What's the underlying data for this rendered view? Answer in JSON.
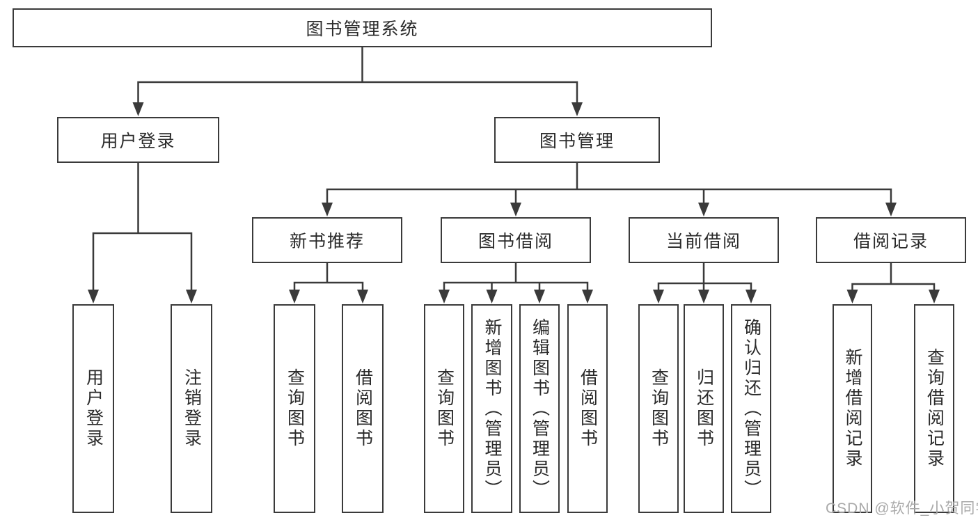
{
  "diagram": {
    "title": "图书管理系统",
    "nodes": [
      {
        "id": "root",
        "label": "图书管理系统",
        "level": 1,
        "orientation": "horizontal"
      },
      {
        "id": "user-login-group",
        "label": "用户登录",
        "level": 2,
        "orientation": "horizontal"
      },
      {
        "id": "book-mgmt",
        "label": "图书管理",
        "level": 2,
        "orientation": "horizontal"
      },
      {
        "id": "new-book-rec",
        "label": "新书推荐",
        "level": 3,
        "orientation": "horizontal"
      },
      {
        "id": "book-borrow",
        "label": "图书借阅",
        "level": 3,
        "orientation": "horizontal"
      },
      {
        "id": "current-borrow",
        "label": "当前借阅",
        "level": 3,
        "orientation": "horizontal"
      },
      {
        "id": "borrow-records",
        "label": "借阅记录",
        "level": 3,
        "orientation": "horizontal"
      },
      {
        "id": "user-login",
        "label": "用户登录",
        "level": 4,
        "orientation": "vertical"
      },
      {
        "id": "logout",
        "label": "注销登录",
        "level": 4,
        "orientation": "vertical"
      },
      {
        "id": "nb-query",
        "label": "查询图书",
        "level": 4,
        "orientation": "vertical"
      },
      {
        "id": "nb-borrow",
        "label": "借阅图书",
        "level": 4,
        "orientation": "vertical"
      },
      {
        "id": "bb-query",
        "label": "查询图书",
        "level": 4,
        "orientation": "vertical"
      },
      {
        "id": "bb-add",
        "label": "新增图书（管理员）",
        "level": 4,
        "orientation": "vertical"
      },
      {
        "id": "bb-edit",
        "label": "编辑图书（管理员）",
        "level": 4,
        "orientation": "vertical"
      },
      {
        "id": "bb-borrow",
        "label": "借阅图书",
        "level": 4,
        "orientation": "vertical"
      },
      {
        "id": "cb-query",
        "label": "查询图书",
        "level": 4,
        "orientation": "vertical"
      },
      {
        "id": "cb-return",
        "label": "归还图书",
        "level": 4,
        "orientation": "vertical"
      },
      {
        "id": "cb-confirm",
        "label": "确认归还（管理员）",
        "level": 4,
        "orientation": "vertical"
      },
      {
        "id": "br-add",
        "label": "新增借阅记录",
        "level": 4,
        "orientation": "vertical"
      },
      {
        "id": "br-query",
        "label": "查询借阅记录",
        "level": 4,
        "orientation": "vertical"
      }
    ],
    "edges": [
      {
        "from": "root",
        "to": "user-login-group"
      },
      {
        "from": "root",
        "to": "book-mgmt"
      },
      {
        "from": "user-login-group",
        "to": "user-login"
      },
      {
        "from": "user-login-group",
        "to": "logout"
      },
      {
        "from": "book-mgmt",
        "to": "new-book-rec"
      },
      {
        "from": "book-mgmt",
        "to": "book-borrow"
      },
      {
        "from": "book-mgmt",
        "to": "current-borrow"
      },
      {
        "from": "book-mgmt",
        "to": "borrow-records"
      },
      {
        "from": "new-book-rec",
        "to": "nb-query"
      },
      {
        "from": "new-book-rec",
        "to": "nb-borrow"
      },
      {
        "from": "book-borrow",
        "to": "bb-query"
      },
      {
        "from": "book-borrow",
        "to": "bb-add"
      },
      {
        "from": "book-borrow",
        "to": "bb-edit"
      },
      {
        "from": "book-borrow",
        "to": "bb-borrow"
      },
      {
        "from": "current-borrow",
        "to": "cb-query"
      },
      {
        "from": "current-borrow",
        "to": "cb-return"
      },
      {
        "from": "current-borrow",
        "to": "cb-confirm"
      },
      {
        "from": "borrow-records",
        "to": "br-add"
      },
      {
        "from": "borrow-records",
        "to": "br-query"
      }
    ]
  },
  "watermark": {
    "text": "CSDN @软件_小贺同学"
  },
  "colors": {
    "line": "#3a3a3a",
    "box_background": "#ffffff",
    "text": "#2a2a2a",
    "watermark": "#a9a9a9"
  }
}
